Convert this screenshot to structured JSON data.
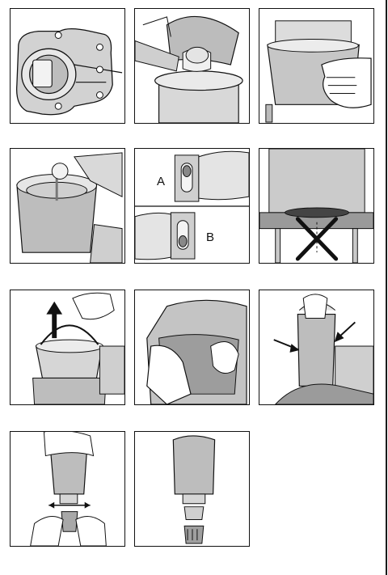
{
  "page": {
    "description_free": true
  },
  "panels": [
    {
      "id": "p1",
      "text": []
    },
    {
      "id": "p2",
      "text": []
    },
    {
      "id": "p3",
      "text": []
    },
    {
      "id": "p4",
      "text": []
    },
    {
      "id": "p5",
      "text": [
        "A"
      ]
    },
    {
      "id": "p6",
      "text": []
    },
    {
      "id": "p7",
      "text": []
    },
    {
      "id": "p8",
      "text": []
    },
    {
      "id": "p9",
      "text": []
    },
    {
      "id": "p10",
      "text": []
    },
    {
      "id": "p11",
      "text": []
    }
  ],
  "labels": {
    "switch_a": "A",
    "switch_b": "B"
  },
  "colors": {
    "line": "#111111",
    "shade": "#8e8e8e",
    "light": "#d2d2d2",
    "mid": "#b4b4b4",
    "dark": "#5a5a5a"
  }
}
